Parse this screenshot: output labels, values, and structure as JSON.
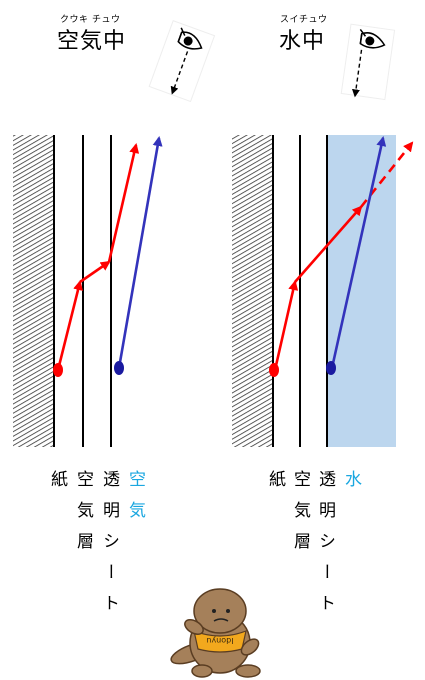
{
  "panels": [
    {
      "ruby_left": "クウキ",
      "ruby_right": "チュウ",
      "title": "空気中",
      "medium_fill": "#ffffff"
    },
    {
      "ruby_left": "スイチュウ",
      "ruby_right": "",
      "title": "水中",
      "medium_fill": "#bcd6ee"
    }
  ],
  "labels_left": {
    "paper": "紙",
    "air_layer": "空気層",
    "sheet": "透明シート",
    "medium": "空気"
  },
  "labels_right": {
    "paper": "紙",
    "air_layer": "空気層",
    "sheet": "透明シート",
    "medium": "水"
  },
  "mascot_text": "Idonyu",
  "colors": {
    "red_ray": "#ff0000",
    "blue_ray": "#3333bb",
    "water": "#bcd6ee",
    "label_blue": "#1aa7e0"
  }
}
